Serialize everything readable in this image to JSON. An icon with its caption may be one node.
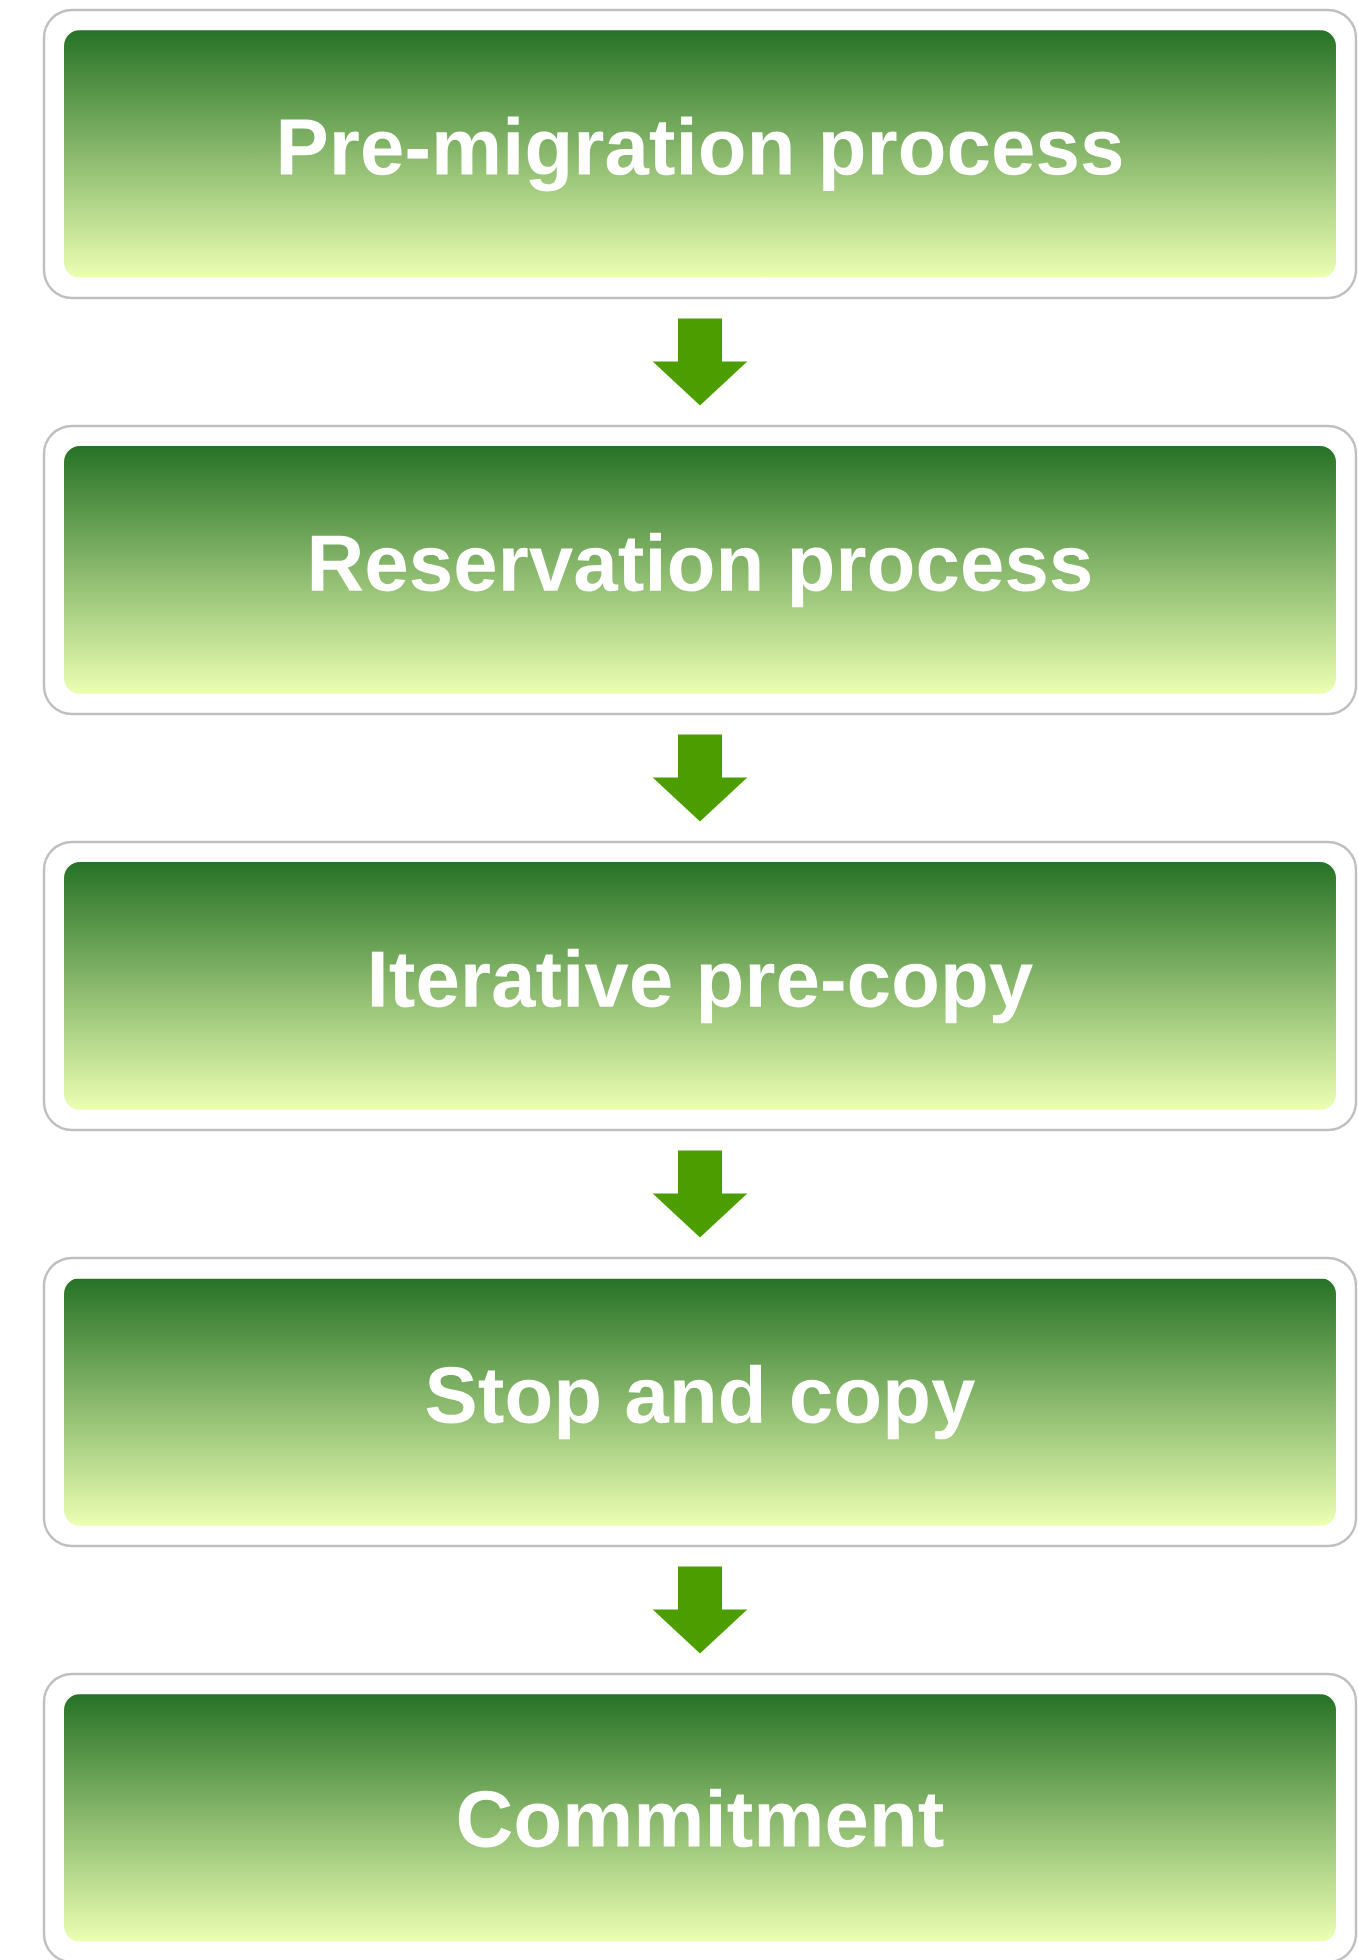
{
  "diagram": {
    "nodes": [
      {
        "text": [
          "Pre-migration process"
        ]
      },
      {
        "text": [
          "Reservation process"
        ]
      },
      {
        "text": [
          "Iterative pre-copy"
        ]
      },
      {
        "text": [
          "Stop and copy"
        ]
      },
      {
        "text": [
          "Commitment"
        ]
      }
    ],
    "edges": [
      {
        "from": 0,
        "to": 1,
        "arrow": "to"
      },
      {
        "from": 1,
        "to": 2,
        "arrow": "to"
      },
      {
        "from": 2,
        "to": 3,
        "arrow": "to"
      },
      {
        "from": 3,
        "to": 4,
        "arrow": "to"
      }
    ]
  }
}
